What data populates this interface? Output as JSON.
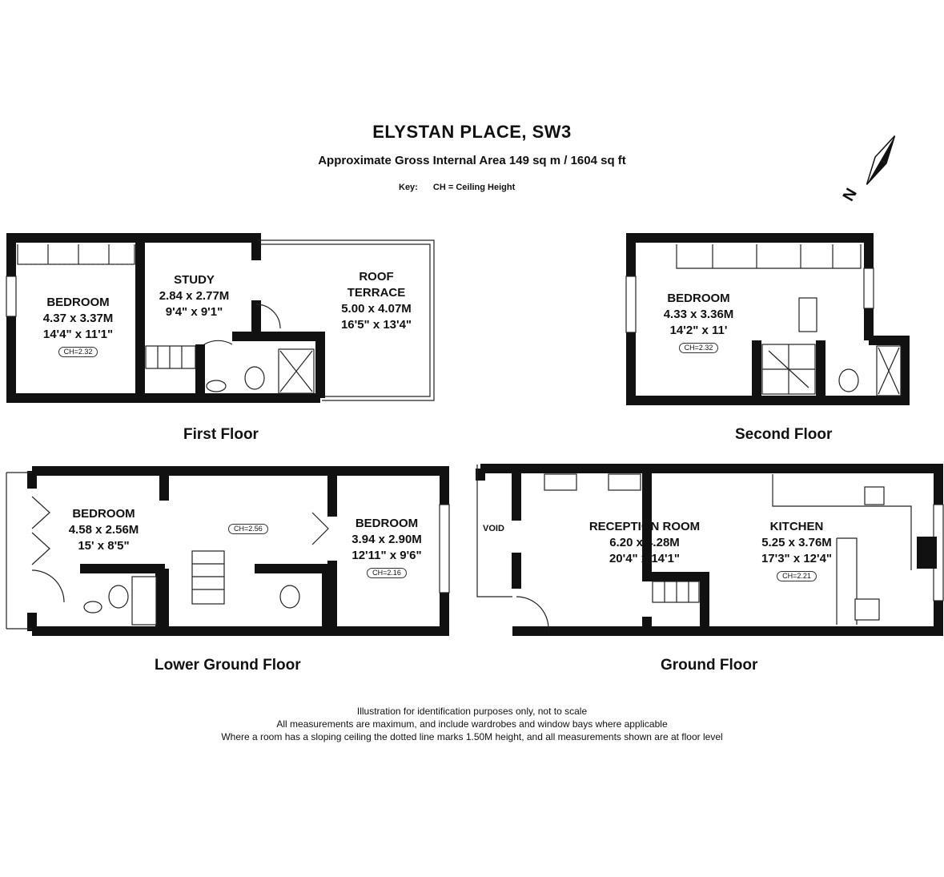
{
  "header": {
    "title": "ELYSTAN PLACE, SW3",
    "subtitle": "Approximate Gross Internal Area 149 sq m  /  1604 sq ft",
    "key_label": "Key:",
    "key_text": "CH  =  Ceiling Height",
    "compass_letter": "N"
  },
  "floors": {
    "first": {
      "label": "First Floor",
      "bedroom": {
        "name": "BEDROOM",
        "metric": "4.37 x 3.37M",
        "imperial": "14'4\" x 11'1\"",
        "ch": "CH=2.32"
      },
      "study": {
        "name": "STUDY",
        "metric": "2.84 x 2.77M",
        "imperial": "9'4\" x 9'1\""
      },
      "terrace": {
        "name1": "ROOF",
        "name2": "TERRACE",
        "metric": "5.00 x 4.07M",
        "imperial": "16'5\" x 13'4\""
      }
    },
    "second": {
      "label": "Second Floor",
      "bedroom": {
        "name": "BEDROOM",
        "metric": "4.33 x 3.36M",
        "imperial": "14'2\" x 11'",
        "ch": "CH=2.32"
      }
    },
    "lower_ground": {
      "label": "Lower Ground Floor",
      "bedroom_left": {
        "name": "BEDROOM",
        "metric": "4.58 x 2.56M",
        "imperial": "15' x 8'5\""
      },
      "hall_ch": "CH=2.56",
      "bedroom_right": {
        "name": "BEDROOM",
        "metric": "3.94 x 2.90M",
        "imperial": "12'11\" x 9'6\"",
        "ch": "CH=2.16"
      }
    },
    "ground": {
      "label": "Ground Floor",
      "void": "VOID",
      "reception": {
        "name": "RECEPTION ROOM",
        "metric": "6.20 x 4.28M",
        "imperial": "20'4\" x 14'1\""
      },
      "kitchen": {
        "name": "KITCHEN",
        "metric": "5.25 x 3.76M",
        "imperial": "17'3\" x 12'4\"",
        "ch": "CH=2.21"
      }
    }
  },
  "disclaimer": {
    "line1": "Illustration for identification purposes only, not to scale",
    "line2": "All measurements are maximum, and include wardrobes and window bays where applicable",
    "line3": "Where a room has a sloping ceiling the dotted line marks 1.50M height, and all measurements shown are at floor level"
  }
}
